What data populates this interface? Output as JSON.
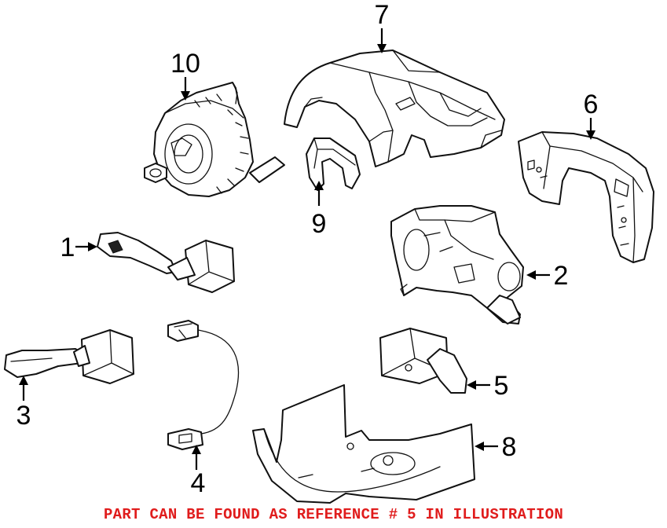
{
  "callouts": {
    "c1": "1",
    "c2": "2",
    "c3": "3",
    "c4": "4",
    "c5": "5",
    "c6": "6",
    "c7": "7",
    "c8": "8",
    "c9": "9",
    "c10": "10"
  },
  "caption": {
    "text": "PART CAN BE FOUND AS REFERENCE # 5 IN ILLUSTRATION",
    "color": "#e01c1c"
  }
}
